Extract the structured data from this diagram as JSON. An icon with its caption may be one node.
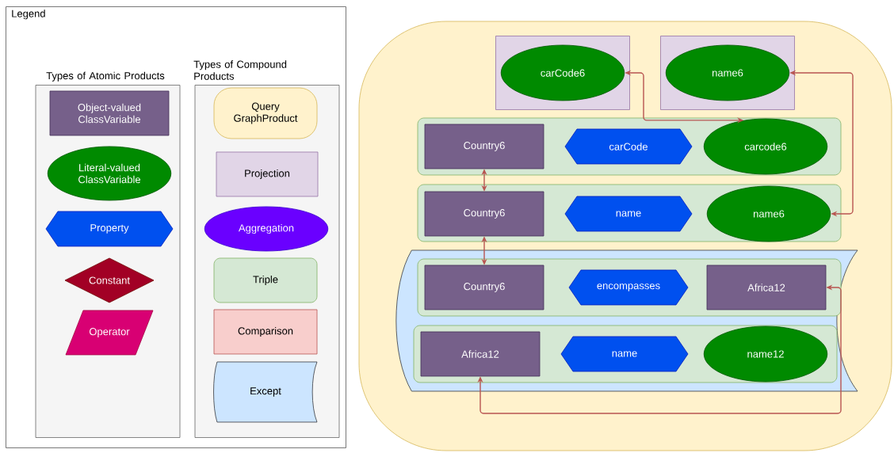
{
  "diagram": {
    "nodes": [
      {
        "text": [
          "Legend"
        ]
      },
      {
        "text": [
          "Types of Atomic Products"
        ],
        "in": 0
      },
      {
        "text": [
          "Object-valued ClassVariable"
        ],
        "in": 1
      },
      {
        "text": [
          "Literal-valued ClassVariable"
        ],
        "in": 1
      },
      {
        "text": [
          "Property"
        ],
        "in": 1
      },
      {
        "text": [
          "Constant"
        ],
        "in": 1
      },
      {
        "text": [
          "Operator"
        ],
        "in": 1
      },
      {
        "text": [
          "Types of Compound Products"
        ],
        "in": 0
      },
      {
        "text": [
          "Query GraphProduct"
        ],
        "in": 7
      },
      {
        "text": [
          "Projection"
        ],
        "in": 7
      },
      {
        "text": [
          "Aggregation"
        ],
        "in": 7
      },
      {
        "text": [
          "Triple"
        ],
        "in": 7
      },
      {
        "text": [
          "Comparison"
        ],
        "in": 7
      },
      {
        "text": [
          "Except"
        ],
        "in": 7
      },
      {
        "text": [],
        "shape": "box"
      },
      {
        "text": [],
        "shape": "box",
        "in": 14
      },
      {
        "text": [
          "carCode6"
        ],
        "in": 15
      },
      {
        "text": [],
        "shape": "box",
        "in": 14
      },
      {
        "text": [
          "name6"
        ],
        "in": 17
      },
      {
        "text": [],
        "shape": "box",
        "in": 14
      },
      {
        "text": [
          "Country6"
        ],
        "in": 19
      },
      {
        "text": [
          "carCode"
        ],
        "in": 19
      },
      {
        "text": [
          "carcode6"
        ],
        "in": 19
      },
      {
        "text": [],
        "shape": "box",
        "in": 14
      },
      {
        "text": [
          "Country6"
        ],
        "in": 23
      },
      {
        "text": [
          "name"
        ],
        "in": 23
      },
      {
        "text": [
          "name6"
        ],
        "in": 23
      },
      {
        "text": [],
        "shape": "banner",
        "in": 14
      },
      {
        "text": [],
        "shape": "box",
        "in": 27
      },
      {
        "text": [
          "Country6"
        ],
        "in": 28
      },
      {
        "text": [
          "encompasses"
        ],
        "in": 28
      },
      {
        "text": [
          "Africa12"
        ],
        "in": 28
      },
      {
        "text": [],
        "shape": "box",
        "in": 27
      },
      {
        "text": [
          "Africa12"
        ],
        "in": 32
      },
      {
        "text": [
          "name"
        ],
        "in": 32
      },
      {
        "text": [
          "name12"
        ],
        "in": 32
      }
    ],
    "edges": [
      {
        "from": 22,
        "to": 16,
        "arrow": "both"
      },
      {
        "from": 26,
        "to": 18,
        "arrow": "both"
      },
      {
        "from": 20,
        "to": 24,
        "arrow": "both"
      },
      {
        "from": 24,
        "to": 29,
        "arrow": "both"
      },
      {
        "from": 33,
        "to": 31,
        "arrow": "both"
      }
    ]
  }
}
